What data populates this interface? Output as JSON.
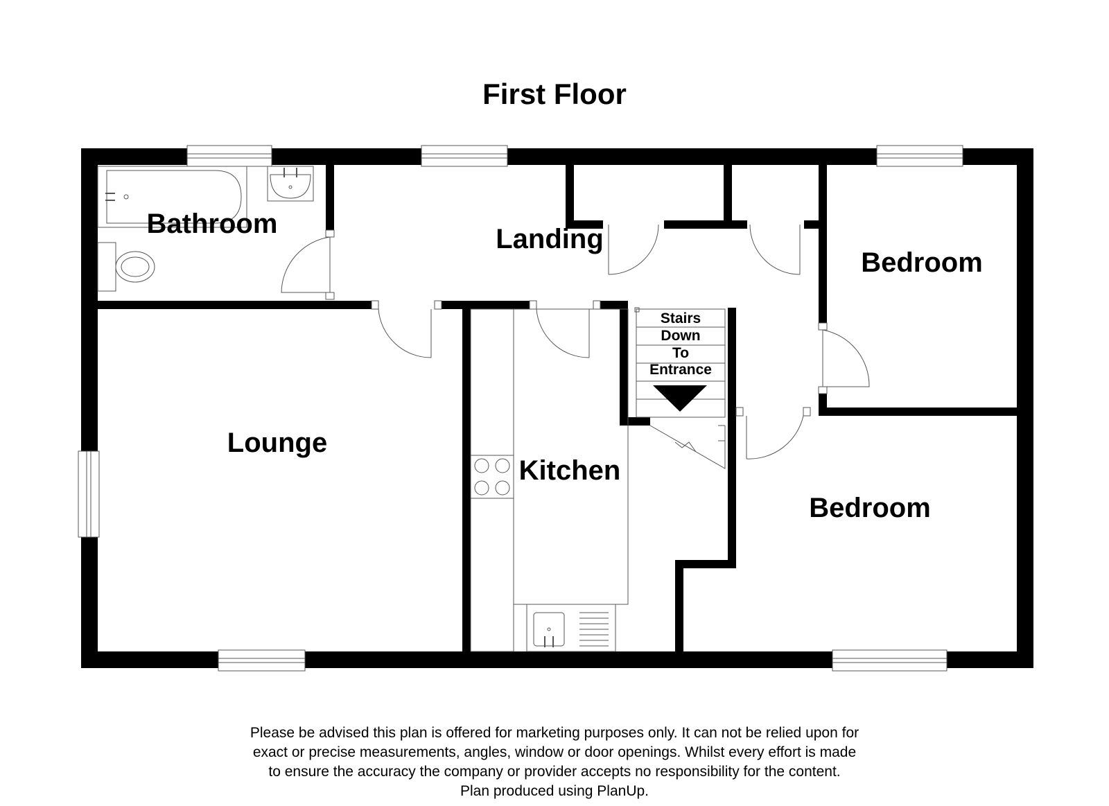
{
  "plan": {
    "title": "First Floor",
    "rooms": {
      "bathroom": "Bathroom",
      "landing": "Landing",
      "bedroom_1": "Bedroom",
      "lounge": "Lounge",
      "kitchen": "Kitchen",
      "bedroom_2": "Bedroom"
    },
    "stairs": {
      "line1": "Stairs",
      "line2": "Down",
      "line3": "To",
      "line4": "Entrance"
    }
  },
  "disclaimer": {
    "line1": "Please be advised this plan is offered for marketing purposes only. It can not be relied upon for",
    "line2": "exact or precise measurements, angles, window or door openings. Whilst every effort is made",
    "line3": "to ensure the accuracy the company or provider accepts no responsibility for the content.",
    "line4": "Plan produced using PlanUp."
  },
  "colors": {
    "wall": "#000000",
    "fixture_line": "#555555",
    "background": "#ffffff"
  }
}
